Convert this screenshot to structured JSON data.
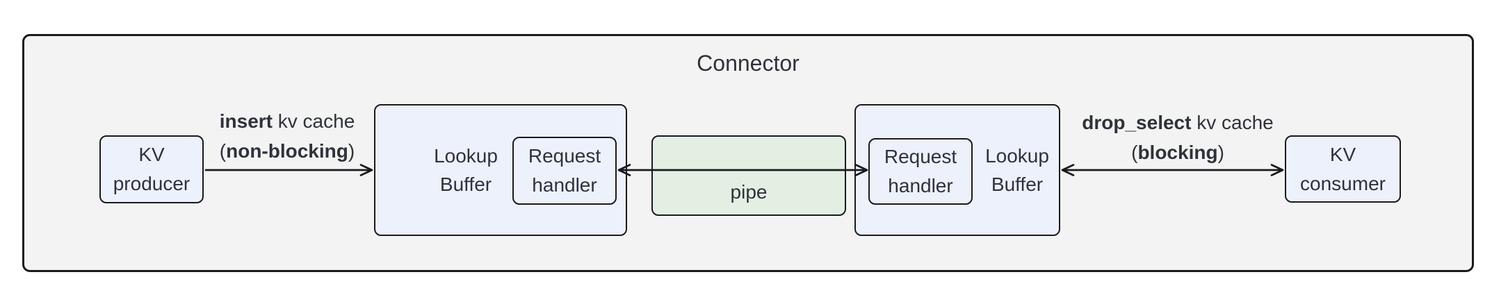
{
  "colors": {
    "canvas_bg": "#ffffff",
    "container_bg": "#f2f3f2",
    "container_border": "#1a1a1e",
    "node_bg": "#edf1fb",
    "node_border": "#1a1a1e",
    "pipe_bg": "#e3efe3",
    "text": "#2f323b",
    "arrow": "#1a1a1e"
  },
  "connector": {
    "title": "Connector"
  },
  "nodes": {
    "kv_producer": {
      "line1": "KV",
      "line2": "producer"
    },
    "lookup_buffer_left": {
      "line1": "Lookup",
      "line2": "Buffer"
    },
    "request_handler_left": {
      "line1": "Request",
      "line2": "handler"
    },
    "pipe": {
      "label": "pipe"
    },
    "request_handler_right": {
      "line1": "Request",
      "line2": "handler"
    },
    "lookup_buffer_right": {
      "line1": "Lookup",
      "line2": "Buffer"
    },
    "kv_consumer": {
      "line1": "KV",
      "line2": "consumer"
    }
  },
  "edges": {
    "insert": {
      "bold": "insert",
      "rest": " kv cache",
      "paren_open": "(",
      "paren_bold": "non-blocking",
      "paren_close": ")"
    },
    "drop_select": {
      "bold": "drop_select",
      "rest": " kv cache",
      "paren_open": "(",
      "paren_bold": "blocking",
      "paren_close": ")"
    }
  }
}
